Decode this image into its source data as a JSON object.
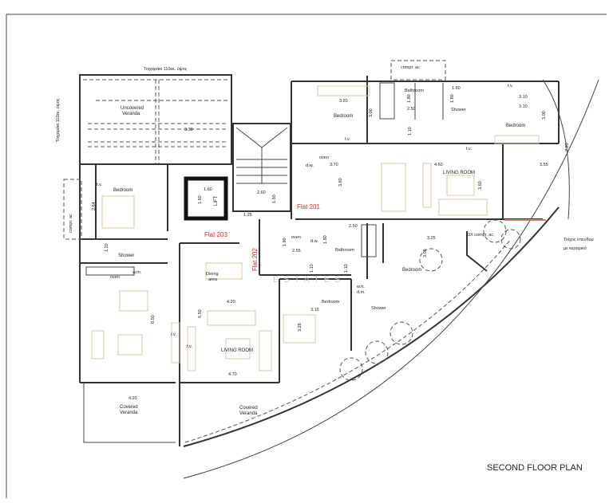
{
  "plan": {
    "title": "SECOND FLOOR PLAN",
    "watermark": "ESTATES",
    "accent_color": "#d22222",
    "flats": {
      "f201": "Flat 201",
      "f202": "Flat 202",
      "f203": "Flat 203"
    },
    "notes": {
      "parapet_top": "Τοιχαράκι 110εκ. ύψος",
      "parapet_left": "Τοιχαράκι 110εκ. ύψος",
      "tiled_wall_1": "Τοίχος επενδυμ",
      "tiled_wall_2": "με κεραμικό"
    },
    "rooms": {
      "uncovered_veranda_1": "Uncovered",
      "uncovered_veranda_2": "Veranda",
      "bedroom": "Bedroom",
      "bathroom": "Bathroom",
      "shower": "Shower",
      "living_room": "LIVING ROOM",
      "dining_1": "Dining",
      "dining_2": "area",
      "covered_veranda_1": "Covered",
      "covered_veranda_2": "Veranda",
      "lift": "LIFT"
    },
    "fixtures": {
      "tv": "t.v.",
      "oven": "oven",
      "dw": "d.w.",
      "wm": "w.m.",
      "whdm_1": "w.h.",
      "whdm_2": "d.m.",
      "compr_ac": "compr. ac",
      "compr_ac_3x": "3X compr. ac"
    },
    "dims": {
      "d330": "3.30",
      "d264": "2.64",
      "d120": "1.20",
      "d160": "1.60",
      "d180": "1.80",
      "d260": "2.60",
      "d150": "1.50",
      "d125": "1.25",
      "d320": "3.20",
      "d300": "3.00",
      "d110": "1.10",
      "d250": "2.50",
      "d310": "3.10",
      "d720": "7.20",
      "d370": "3.70",
      "d460": "4.60",
      "d360": "3.60",
      "d355": "3.55",
      "d255": "2.55",
      "d325": "3.25",
      "d305": "3.05",
      "d315": "3.15",
      "d328": "3.28",
      "d650": "6.50",
      "d420": "4.20",
      "d470": "4.70"
    }
  }
}
